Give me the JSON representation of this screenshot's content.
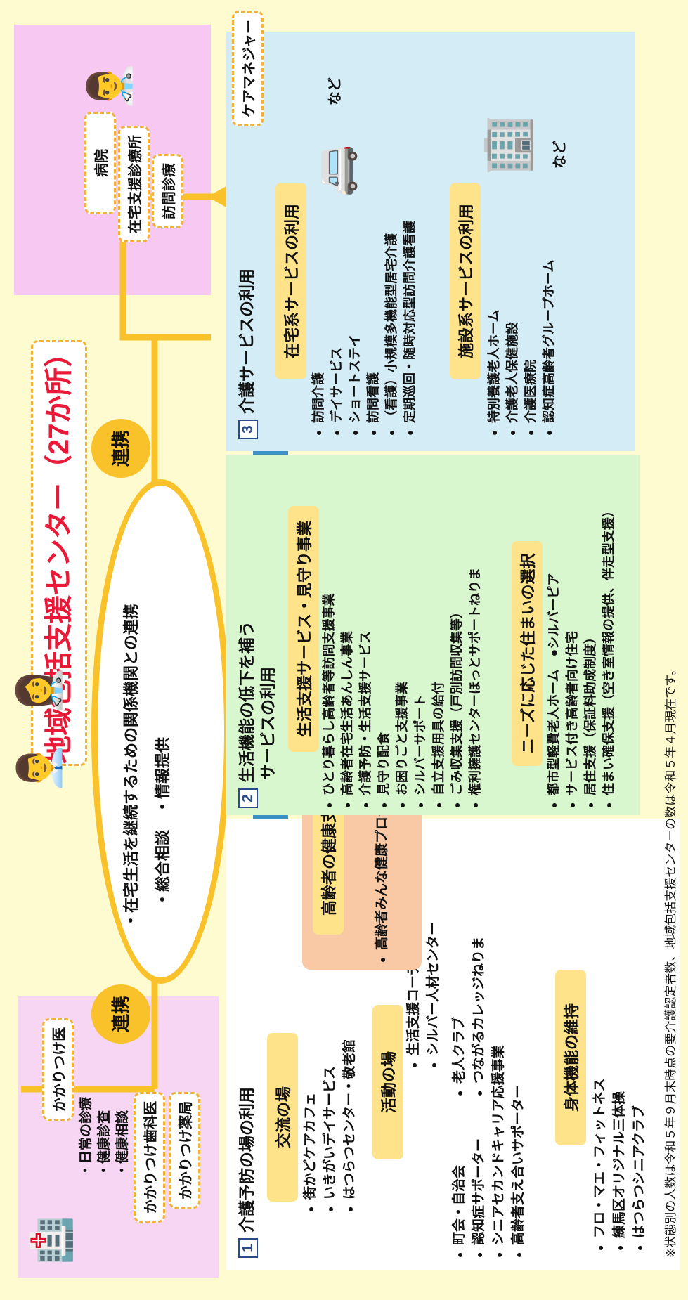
{
  "title": "地域包括支援センター（27か所）",
  "renkei": "連携",
  "center_ellipse": {
    "line1": "・在宅生活を継続するための関係機関との連携",
    "line2": "・総合相談　・情報提供"
  },
  "left_partners": {
    "kakaritsuke_i": "かかりつけ医",
    "items": [
      "・日常の診療",
      "・健康診査",
      "・健康相談"
    ],
    "shika": "かかりつけ歯科医",
    "yakkyoku": "かかりつけ薬局"
  },
  "right_partners": {
    "byoin": "病院",
    "zaitaku": "在宅支援診療所",
    "houmon": "訪問診療"
  },
  "section1": {
    "num": "1",
    "title": "介護予防の場の利用",
    "koryu": {
      "label": "交流の場",
      "items": [
        "街かどケアカフェ",
        "いきがいデイサービス",
        "はつらつセンター・敬老館"
      ]
    },
    "katsudo": {
      "label": "活動の場",
      "items_a": [
        "生活支援コーディネーター",
        "シルバー人材センター"
      ],
      "items_b": [
        "町会・自治会",
        "認知症サポーター",
        "シニアセカンドキャリア応援事業",
        "高齢者支え合いサポーター"
      ],
      "items_c": [
        "老人クラブ",
        "つながるカレッジねりま"
      ]
    },
    "kenko": {
      "label": "高齢者の健康支援",
      "items": [
        "高齢者みんな健康プロジェクト"
      ]
    },
    "shintai": {
      "label": "身体機能の維持",
      "items": [
        "フロ・マエ・フィットネス",
        "練馬区オリジナル三体操",
        "はつらつシニアクラブ"
      ]
    }
  },
  "section2": {
    "num": "2",
    "title_line1": "生活機能の低下を補う",
    "title_line2": "サービスの利用",
    "seikatsu": {
      "label": "生活支援サービス・見守り事業",
      "items": [
        "ひとり暮らし高齢者等訪問支援事業",
        "高齢者在宅生活あんしん事業",
        "介護予防・生活支援サービス",
        "見守り配食",
        "お困りごと支援事業",
        "シルバーサポート",
        "自立支援用具の給付",
        "ごみ収集支援（戸別訪問収集等）",
        "権利擁護センターほっとサポートねりま"
      ]
    },
    "sumai": {
      "label": "ニーズに応じた住まいの選択",
      "items": [
        "都市型軽費老人ホーム　●シルバーピア",
        "サービス付き高齢者向け住宅",
        "居住支援（保証料助成制度）",
        "住まい確保支援（空き室情報の提供、伴走型支援）"
      ]
    }
  },
  "section3": {
    "num": "3",
    "title": "介護サービスの利用",
    "caremanager": "ケアマネジャー",
    "zaitaku": {
      "label": "在宅系サービスの利用",
      "items": [
        "訪問介護",
        "デイサービス",
        "ショートステイ",
        "訪問看護",
        "（看護）小規模多機能型居宅介護",
        "定期巡回・随時対応型訪問介護看護"
      ],
      "nado": "など"
    },
    "shisetsu": {
      "label": "施設系サービスの利用",
      "items": [
        "特別養護老人ホーム",
        "介護老人保健施設",
        "介護医療院",
        "認知症高齢者グループホーム"
      ],
      "nado": "など"
    }
  },
  "footnote": "※状態別の人数は令和５年９月末時点の要介護認定者数、地域包括支援センターの数は令和５年４月現在です。",
  "colors": {
    "yellow": "#f9c22a",
    "red": "#e81a38",
    "green_panel": "#d9f7cf",
    "blue_panel": "#d4ecf6",
    "pink": "#f7c8f2",
    "arrow_blue": "#3d8fc4"
  }
}
